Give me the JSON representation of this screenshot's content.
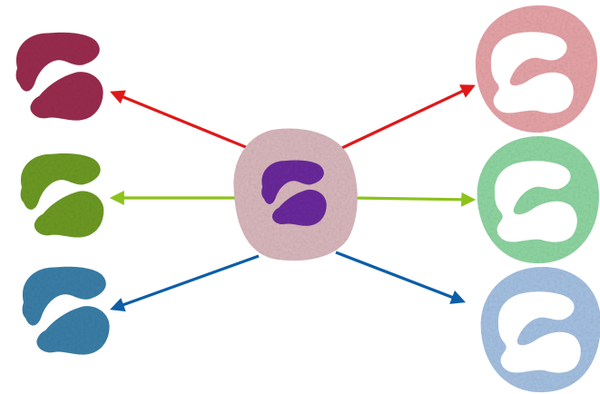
{
  "diagram": {
    "description_visible_text": "",
    "colors": {
      "background": "#ffffff",
      "red_channel": "#e01818",
      "green_channel": "#8cc21a",
      "blue_channel": "#0d5ea6",
      "center_cytoplasm": "#d9b8bd",
      "center_nucleus": "#6a2a9c",
      "left_red_nucleus": "#9a2c4f",
      "left_green_nucleus": "#6d9a22",
      "left_blue_nucleus": "#3a7fa8",
      "right_red_cytoplasm": "#e6a4a8",
      "right_green_cytoplasm": "#8fd6a2",
      "right_blue_cytoplasm": "#a5c1e2"
    },
    "nodes": {
      "center": "original-cell",
      "left": [
        "nucleus-red-channel",
        "nucleus-green-channel",
        "nucleus-blue-channel"
      ],
      "right": [
        "cytoplasm-red-channel",
        "cytoplasm-green-channel",
        "cytoplasm-blue-channel"
      ]
    }
  }
}
